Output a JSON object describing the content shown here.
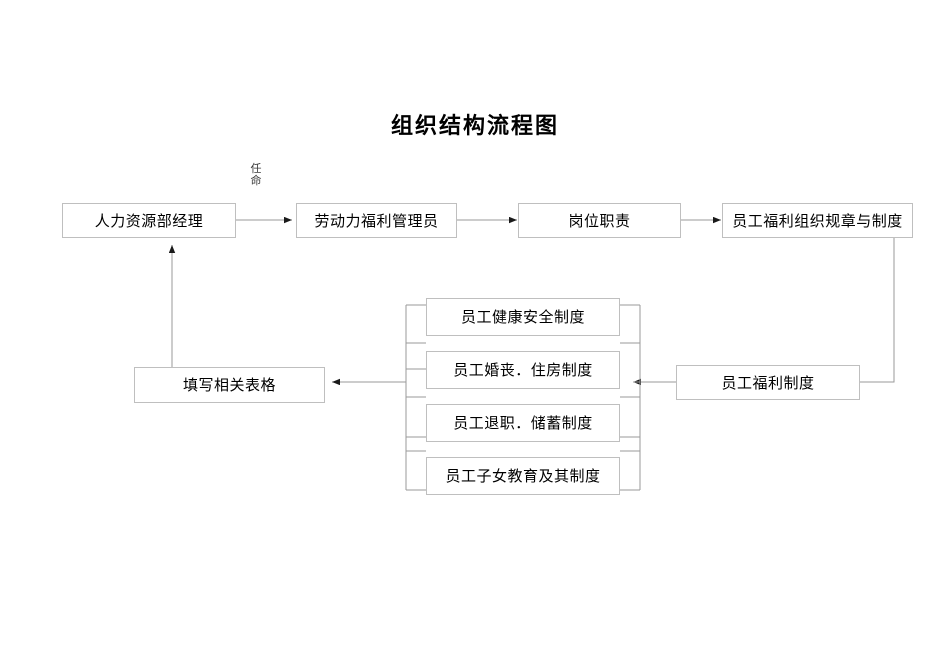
{
  "diagram": {
    "title": "组织结构流程图",
    "background_color": "#ffffff",
    "line_color": "#9a9a9a",
    "box_border_color": "#bfbfbf",
    "text_color": "#000000",
    "nodes": [
      {
        "id": "hr-manager",
        "label": "人力资源部经理"
      },
      {
        "id": "welfare-admin",
        "label": "劳动力福利管理员"
      },
      {
        "id": "job-duties",
        "label": "岗位职责"
      },
      {
        "id": "welfare-org-rules",
        "label": "员工福利组织规章与制度"
      },
      {
        "id": "welfare-system",
        "label": "员工福利制度"
      },
      {
        "id": "health-safety",
        "label": "员工健康安全制度"
      },
      {
        "id": "marriage-housing",
        "label": "员工婚丧．住房制度"
      },
      {
        "id": "retire-savings",
        "label": "员工退职．储蓄制度"
      },
      {
        "id": "children-education",
        "label": "员工子女教育及其制度"
      },
      {
        "id": "fill-forms",
        "label": "填写相关表格"
      }
    ],
    "edge_labels": [
      {
        "id": "appointment",
        "text": "任命"
      }
    ]
  }
}
